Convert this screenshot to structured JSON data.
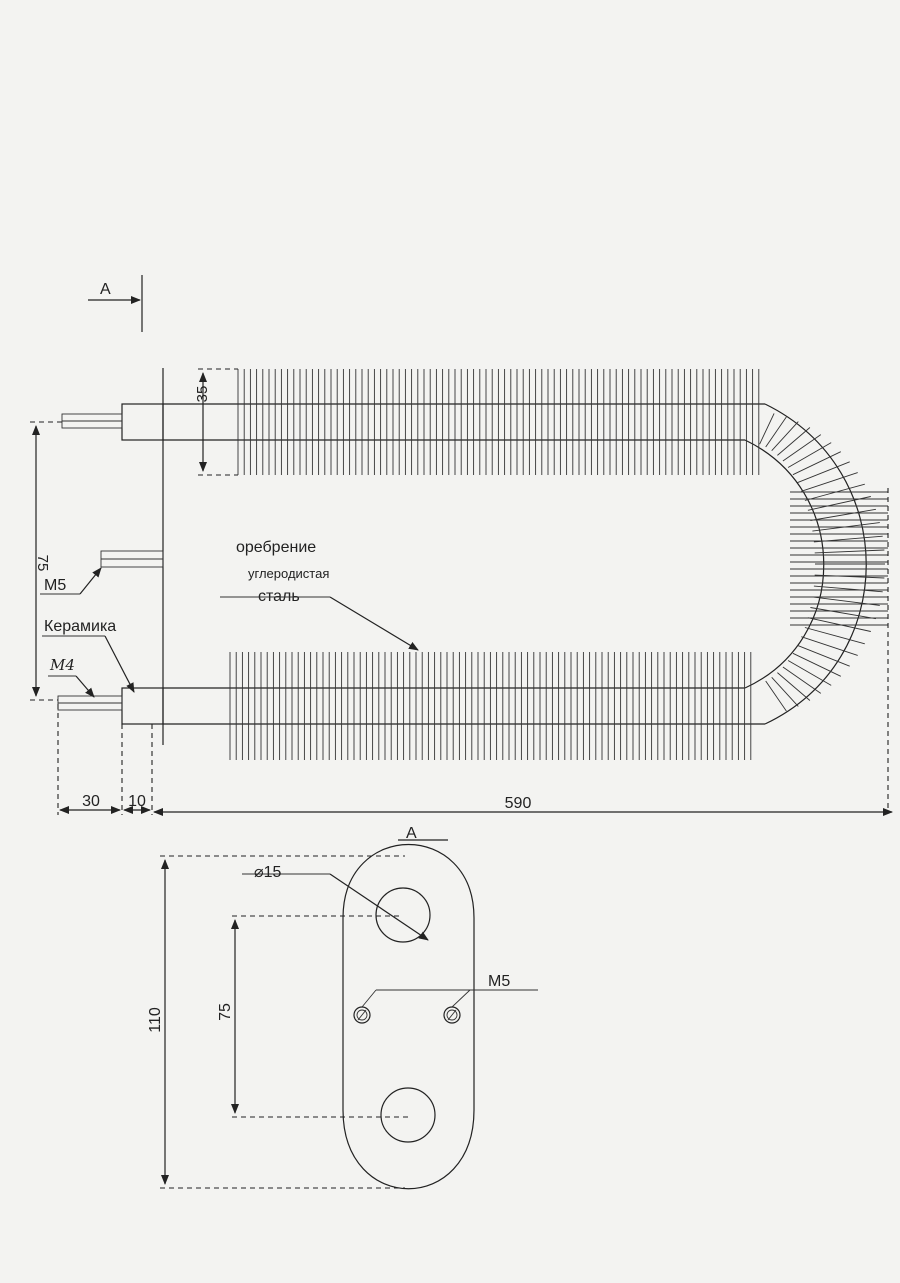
{
  "labels": {
    "section_top": "А",
    "section_view": "А",
    "fin_pitch": "35",
    "electrode_spacing": "75",
    "thread_m5_top": "М5",
    "thread_m5_flange": "М5",
    "ceramic": "Керамика",
    "thread_m4": "М4",
    "finning_line1": "оребрение",
    "finning_line2": "углеродистая",
    "finning_line3": "сталь",
    "dim_30": "30",
    "dim_10": "10",
    "dim_590": "590",
    "hole_diameter": "⌀15",
    "flange_height": "110",
    "flange_hole_spacing": "75"
  }
}
